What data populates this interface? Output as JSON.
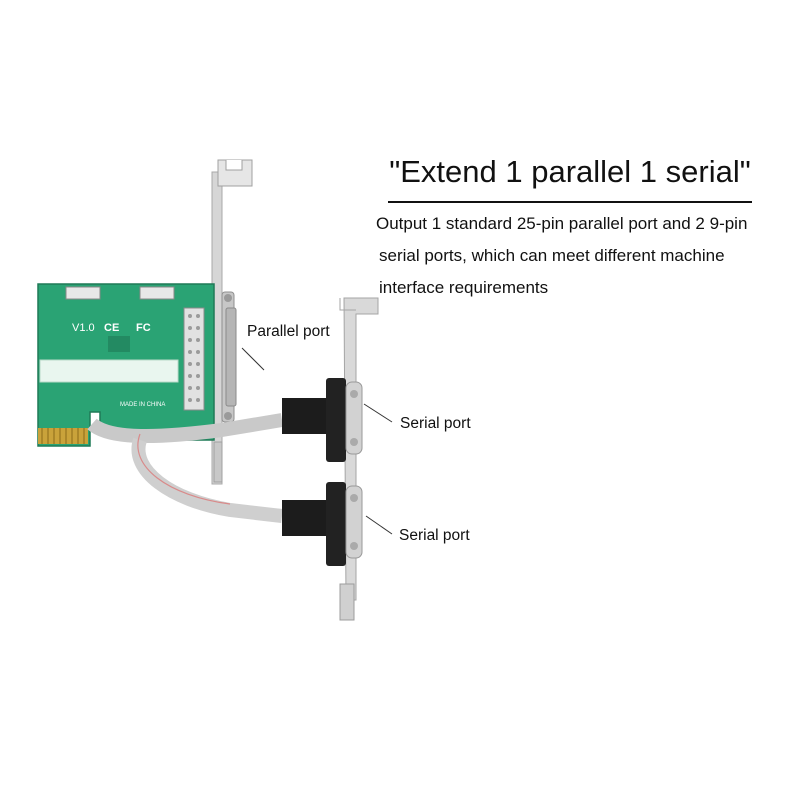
{
  "headline": "\"Extend 1 parallel 1 serial\"",
  "description": {
    "line1": "Output 1 standard 25-pin parallel port and 2 9-pin",
    "line2": "serial ports, which can meet different machine",
    "line3": "interface requirements"
  },
  "callouts": {
    "parallel_port": "Parallel port",
    "serial_port_1": "Serial port",
    "serial_port_2": "Serial port"
  },
  "board_markings": {
    "version": "V1.0",
    "ce": "CE",
    "fcc": "FC",
    "made_in": "MADE IN CHINA"
  },
  "colors": {
    "pcb_green": "#2aa374",
    "bracket_silver": "#d9d9d9",
    "ribbon_cable": "#cfcfcf",
    "connector_black": "#1c1c1c",
    "gold_contacts": "#c9a23a"
  }
}
